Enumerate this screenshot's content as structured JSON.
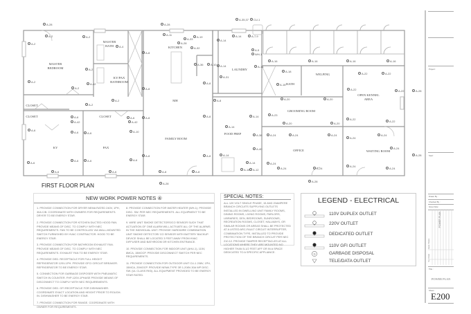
{
  "plan_title": "FIRST FLOOR PLAN",
  "rooms": {
    "master_bath": "MASTER\nBATH",
    "master_bedroom": "MASTER\nBEDROOM",
    "kypax_bathroom": "KY/PAX\nBATHROOM",
    "closet_1": "CLOSET",
    "closet_2": "CLOSET",
    "closet_3": "CLOSET",
    "ky": "KY",
    "pax": "PAX",
    "kitchen": "KITCHEN",
    "mh": "MH",
    "family_room": "FAMILY ROOM",
    "laundry": "LAUNDRY",
    "welping": "WELPING",
    "bath": "BATH",
    "grooming_room": "GROOMING ROOM",
    "open_kennel_area": "OPEN KENNEL\nAREA",
    "food_prep": "FOOD PREP",
    "office": "OFFICE",
    "waiting_room": "WAITING ROOM"
  },
  "circuits": [
    "A-28",
    "A-2",
    "A-2",
    "A-2",
    "A-2",
    "A-4",
    "A-2",
    "A-42",
    "A-2",
    "A-2",
    "A-2",
    "A-6",
    "A-42",
    "A-6",
    "A-6",
    "A-6",
    "A-10",
    "A-6",
    "A-42",
    "A-6",
    "A-6",
    "A-6",
    "A-6",
    "A-6",
    "A-6",
    "A-8",
    "A-8",
    "A-28",
    "A-8",
    "A-8",
    "A-8",
    "A-8",
    "A-8",
    "A-8",
    "A-8",
    "A-28",
    "A-11",
    "A-28",
    "A-33",
    "A-19",
    "A-32",
    "A-36",
    "A-10",
    "A-35,37",
    "CU-1",
    "A-14",
    "A-7,9",
    "A-14",
    "A-5",
    "WH-1",
    "A-14",
    "A-14",
    "A-31",
    "A-18",
    "A-18",
    "A-16",
    "A-16",
    "A-16",
    "A-16",
    "A-22",
    "A-22",
    "A-22",
    "A-22",
    "A-28",
    "A-20",
    "A-20",
    "A-8",
    "A-14",
    "A-23",
    "A-22",
    "A-22",
    "A-20",
    "A-20",
    "A-24",
    "A-24",
    "A-24",
    "A-24",
    "A-24",
    "A-14",
    "A-38",
    "A-40",
    "A-24",
    "A-28",
    "A-24",
    "A-24",
    "A-24",
    "A-24",
    "A-24",
    "A-14",
    "A-12",
    "A-28",
    "A-14",
    "A-18"
  ],
  "power_notes": {
    "title": "NEW WORK POWER NOTES ④",
    "left": [
      "1.  PROVIDE CONNECTION FOR DRYER NEMA RATED 240V, 1PH, 30A C/B. COORDINATE WITH OWNERS FOR REQUIREMENTS. DRYER TO BE ENERGY STAR.",
      "2.  PROVIDE CONNECTION FOR KITCHEN DUCTED HOOD FAN. PROVIDE MEANS OF DISC. TO COMPLY WITH NEC REQUIREMENTS. FAN TO BE CONTROLLED VIA WALL-MOUNTED SWITCH FURNISHED BY HVAC CONTRACTOR. HOOD TO BE ENERGY STAR.",
      "3.  PROVIDE CONNECTION FOR BATHROOM EXHAUST FAN. PROVIDE MEANS OF DISC. TO COMPLY WITH NEC REQUIREMENTS. EXHAUST FAN TO BE ENERGY STAR.",
      "4.  PROVIDE DED. RECEPTACLE FOR FULL HEIGHT REFRIGERATOR 120V-1PH. PROVIDE GFCI CIRCUIT BREAKER. REFRIGERATOR TO BE ENERGY STAR.",
      "5.  CONNECTION FOR GARBAGE DISPOSER WITH PNEUMATIC SWITCH IN COUNTER. FHP-120V-1PHASE PROVIDE MEANS OF DISCONNECT TO COMPLY WITH NEC REQUIREMENTS.",
      "6.  PROVIDE DED. GFI RECEPTACLE FOR DISHWASHER. COORDINATE EXACT LOCATION AND HEIGHT PRIOR TO ROUGH-IN. DISHWASHER TO BE ENERGY STAR.",
      "7.  PROVIDE CONNECTION FOR RANGE. COORDINATE WITH OWNER FOR REQUIREMENTS."
    ],
    "right": [
      "8.  PROVIDE CONNECTION FOR WATER HEATER (WH-1). PROVIDE DISC. SW. PER NEC REQUIREMENTS.  ALL EQUIPMENT TO BE ENERGY STAR.",
      "9.  WIRE UNIT SMOKE DETECTORS/CO SENSOR SUCH THAT ACTUATION OF ONE ALARM WILL ACTIVATE ALL OF THE ALARMS IN THE INDIVIDUAL UNIT. PROVIDE HARDWIRE COMBINATION UNIT SMOKE DETECTOR/ CO SENSOR WITH BATTERY BACKUP. DEVICE SHALL BE LOCATED 3 FEET AWAY FROM HVAC DIFFUSER AND BATHROOM OR KITCHEN ENTRANCE.",
      "10.     PROVIDE CONNECTION FOR INDOOR UNIT (AHU-1), 115V, 8MCA, 15MOCP. PROVIDE DISCONNECT SWITCH PER NEC REQUIREMENTS.",
      "11.     PROVIDE CONNECTION FOR OUTDOOR UNIT CU-1 208V, 1PH, 15MCA, 20MOCP. PROVIDE NEMA TYPE 3R 1-208V-30A WP DISC. SW. (UL CLASS RK5).  ALL EQUIPMENT PROVIDED TO BE ENERGY STAR RATED."
    ]
  },
  "special_notes": {
    "title": "SPECIAL NOTES:",
    "text": "ALL 120 VOLT SINGLE PHASE, 15 AND 20AMPERE BRANCH CIRCUITS SUPPLYING OUTLETS INSTALLED IN DWELLING UNIT FAMILY ROOMS, DINING ROOMS, LIVING ROOMS, PARLORS, LIBRARIES, DEN, BEDROOMS, SUNROOMS, RECREATION ROOMS, CLOSET, HALLWAYS, OR SIMILAR ROOMS OR AREAS SHALL BE PROTECTED AT A LISTED ARC-FAULT CIRCUIT INTERRUPTER, COMBINATION TYPE, INSTALLED TO PROVIDE PROTECTION OF THE BRANCH CIRCUIT PER NEC 210.12. PROVIDE TAMPER RECEPTACLES AT ALL LOCATIONS WHERE THEY ARE MOUNTED NO HIGHER THAN 5-1/2 FEET AFF OR IN A SPACE DEDICATED TO A SPECIFIC APPLIANCE."
  },
  "legend": {
    "title": "LEGEND - ELECTRICAL",
    "items": [
      {
        "label": "110V DUPLEX OUTLET",
        "icon": "duplex-outlet"
      },
      {
        "label": "220V OUTLET",
        "icon": "220v-outlet"
      },
      {
        "label": "DEDICATED OUTLET",
        "icon": "dedicated-outlet"
      },
      {
        "label": "110V GFI OUTLET",
        "icon": "gfi-outlet"
      },
      {
        "label": "GARBAGE DISPOSAL",
        "icon": "garbage-disposal"
      },
      {
        "label": "TELE/DATA OUTLET",
        "icon": "tele-data-outlet"
      }
    ]
  },
  "title_block": {
    "project_label": "Project :",
    "seal_label": "Seal :",
    "drawn_by_label": "Drawn By :",
    "checked_by_label": "Checked By :",
    "date_label": "Issue Date :",
    "revision_title": "POWER PLAN",
    "issue_dates_label": "Issue / Dates",
    "no_date_label": "No. / Date",
    "title_label": "Title :",
    "sheet_title": "POWER PLAN",
    "sheet_label": "Sheet :",
    "sheet_number": "E200"
  }
}
